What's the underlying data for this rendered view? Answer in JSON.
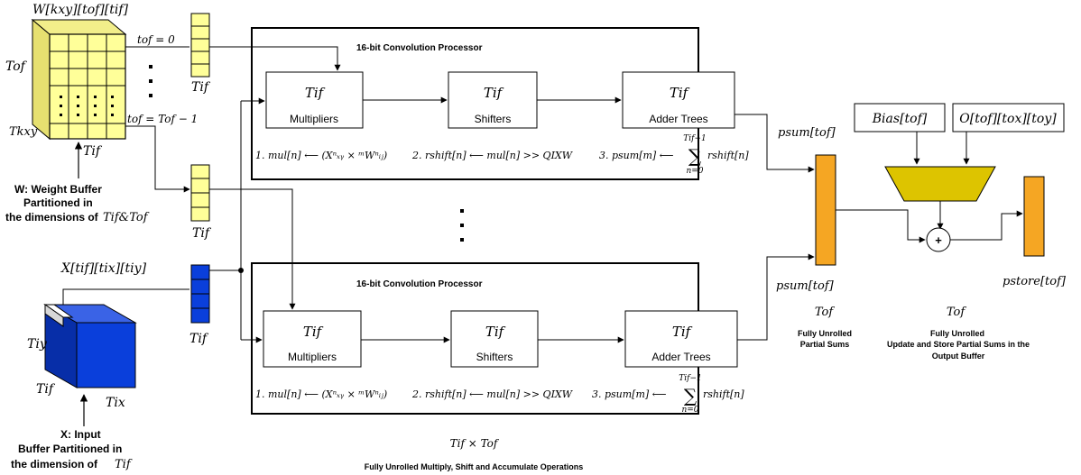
{
  "colors": {
    "weight_yellow": "#ffff99",
    "weight_side": "#e6e070",
    "input_blue": "#0a3fdb",
    "input_blue_dark": "#072ea8",
    "psum_orange": "#f5a623",
    "adder_yellow": "#ddc400"
  },
  "weights": {
    "tensor_label": "W[kxy][tof][tif]",
    "t_of": "Tof",
    "t_kxy": "Tkxy",
    "t_if_face": "Tif",
    "tof_zero": "tof = 0",
    "tof_last": "tof = Tof − 1",
    "col_label_top": "Tif",
    "col_label_bottom": "Tif",
    "caption_line1": "W: Weight Buffer",
    "caption_line2": "Partitioned in",
    "caption_line3": "the dimensions of",
    "caption_math": "Tif&Tof"
  },
  "inputs": {
    "tensor_label": "X[tif][tix][tiy]",
    "t_iy": "Tiy",
    "t_if_face": "Tif",
    "t_ix": "Tix",
    "col_label": "Tif",
    "caption_line1": "X: Input",
    "caption_line2": "Buffer Partitioned in",
    "caption_line3": "the dimension of",
    "caption_math": "Tif"
  },
  "processors": [
    {
      "title": "16-bit Convolution Processor",
      "units": [
        {
          "math": "Tif",
          "label": "Multipliers"
        },
        {
          "math": "Tif",
          "label": "Shifters"
        },
        {
          "math": "Tif",
          "label": "Adder Trees"
        }
      ],
      "eq1": "1. mul[n] ⟵ (Xⁿₓᵧ × ᵐWⁿᵢⱼ)",
      "eq2": "2. rshift[n] ⟵ mul[n] >> QIXW",
      "eq3_prefix": "3. psum[m] ⟵",
      "eq3_top": "Tif−1",
      "eq3_sigma": "∑",
      "eq3_bottom": "n=0",
      "eq3_term": "rshift[n]",
      "psum_label": "psum[tof]"
    },
    {
      "title": "16-bit Convolution Processor",
      "units": [
        {
          "math": "Tif",
          "label": "Multipliers"
        },
        {
          "math": "Tif",
          "label": "Shifters"
        },
        {
          "math": "Tif",
          "label": "Adder Trees"
        }
      ],
      "eq1": "1. mul[n] ⟵ (Xⁿₓᵧ × ᵐWⁿᵢⱼ)",
      "eq2": "2. rshift[n] ⟵ mul[n] >> QIXW",
      "eq3_prefix": "3. psum[m] ⟵",
      "eq3_top": "Tif−1",
      "eq3_sigma": "∑",
      "eq3_bottom": "n=0",
      "eq3_term": "rshift[n]",
      "psum_label": "psum[tof]"
    }
  ],
  "processor_grid": {
    "count_label": "Tif × Tof",
    "caption": "Fully Unrolled Multiply, Shift and Accumulate Operations"
  },
  "partial_sums": {
    "t_of": "Tof",
    "caption_line1": "Fully Unrolled",
    "caption_line2": "Partial Sums"
  },
  "output_stage": {
    "bias_label": "Bias[tof]",
    "output_label": "O[tof][tox][toy]",
    "add_symbol": "+",
    "pstore_label": "pstore[tof]",
    "t_of": "Tof",
    "caption_line1": "Fully Unrolled",
    "caption_line2": "Update and Store Partial Sums in the",
    "caption_line3": "Output Buffer"
  }
}
